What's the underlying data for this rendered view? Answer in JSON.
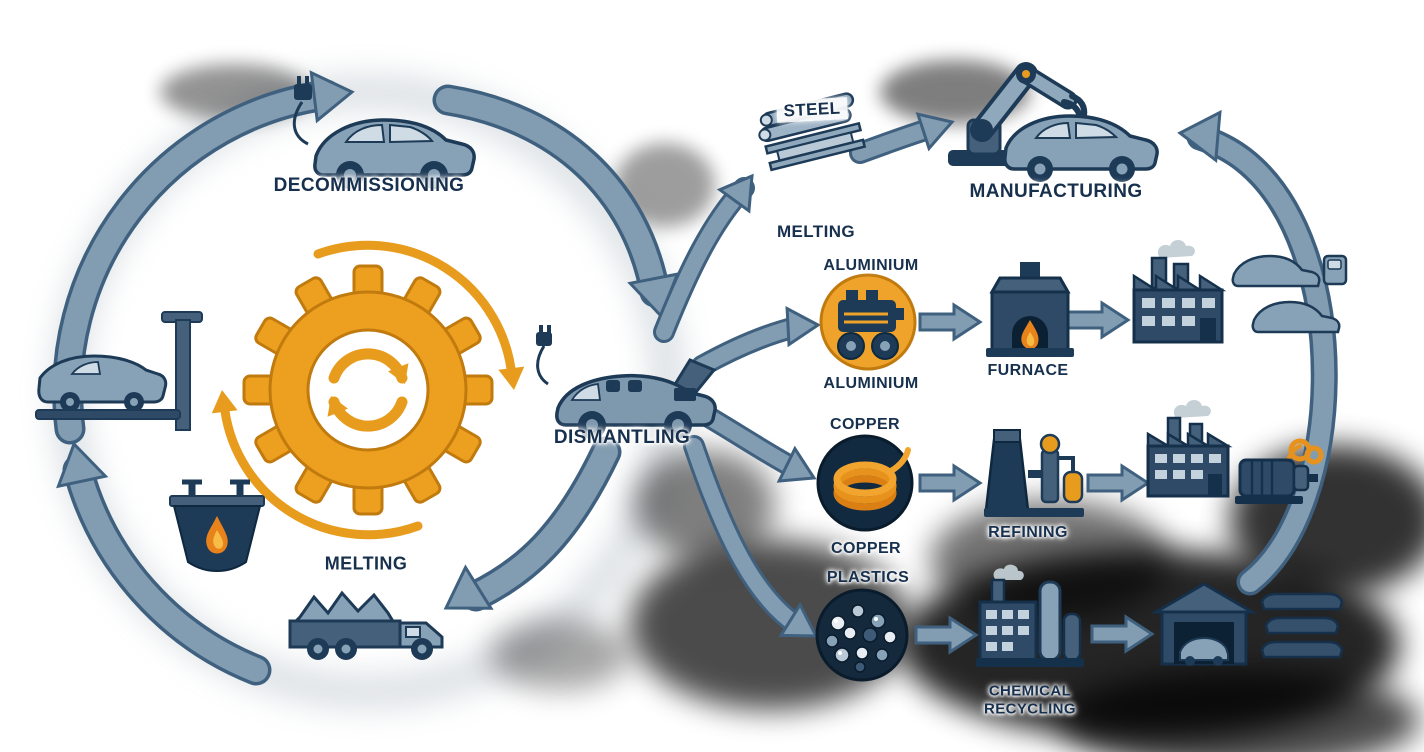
{
  "diagram": {
    "type": "process-cycle-flow",
    "subject": "End-of-life vehicle recycling: decommissioning, dismantling and material recovery streams",
    "left_cycle": {
      "decommissioning_label": "DECOMMISSIONING",
      "dismantling_label": "DISMANTLING",
      "melting_label": "MELTING"
    },
    "steel_stream": {
      "material_label": "STEEL",
      "process_label": "MELTING",
      "destination_label": "MANUFACTURING"
    },
    "aluminium_stream": {
      "material_label_top": "ALUMINIUM",
      "material_label_bottom": "ALUMINIUM",
      "process_label": "FURNACE"
    },
    "copper_stream": {
      "material_label_top": "COPPER",
      "material_label_bottom": "COPPER",
      "process_label": "REFINING"
    },
    "plastics_stream": {
      "material_label": "PLASTICS",
      "process_label_line1": "CHEMICAL",
      "process_label_line2": "RECYCLING"
    },
    "palette": {
      "arrow_blue": "#829cb1",
      "arrow_outline": "#3f617f",
      "navy": "#1d3a57",
      "navy_dark": "#14304a",
      "steel_fill": "#87a1b6",
      "window_light": "#cfdce5",
      "orange": "#e89c1e",
      "orange_dark": "#c07a0e",
      "flame": "#e8821a",
      "copper": "#e8921e",
      "label_text": "#17304d",
      "smoke_black": "#000000",
      "background": "#ffffff"
    },
    "icons": [
      "electric-car-icon",
      "car-lift-icon",
      "gear-recycle-icon",
      "melting-pot-icon",
      "scrap-truck-icon",
      "dismantled-car-icon",
      "steel-beams-icon",
      "robot-arm-icon",
      "manufactured-car-icon",
      "engine-icon",
      "furnace-icon",
      "car-body-factory-icon",
      "car-bodies-icon",
      "copper-coil-icon",
      "refinery-icon",
      "motor-factory-icon",
      "electric-motor-icon",
      "plastic-granules-icon",
      "chemical-plant-icon",
      "garage-parts-icon",
      "bumper-parts-icon"
    ]
  }
}
